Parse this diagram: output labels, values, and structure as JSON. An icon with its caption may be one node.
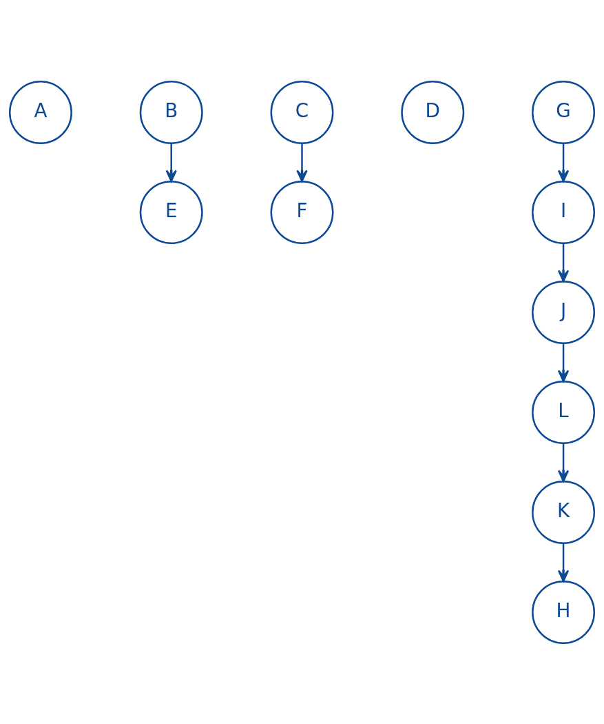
{
  "diagram": {
    "nodes": [
      {
        "text": [
          "A"
        ]
      },
      {
        "text": [
          "B"
        ]
      },
      {
        "text": [
          "C"
        ]
      },
      {
        "text": [
          "D"
        ]
      },
      {
        "text": [
          "E"
        ]
      },
      {
        "text": [
          "F"
        ]
      },
      {
        "text": [
          "G"
        ]
      },
      {
        "text": [
          "I"
        ]
      },
      {
        "text": [
          "J"
        ]
      },
      {
        "text": [
          "L"
        ]
      },
      {
        "text": [
          "K"
        ]
      },
      {
        "text": [
          "H"
        ]
      }
    ],
    "edges": [
      {
        "from": 1,
        "to": 4,
        "arrow": "to"
      },
      {
        "from": 2,
        "to": 5,
        "arrow": "to"
      },
      {
        "from": 6,
        "to": 7,
        "arrow": "to"
      },
      {
        "from": 7,
        "to": 8,
        "arrow": "to"
      },
      {
        "from": 8,
        "to": 9,
        "arrow": "to"
      },
      {
        "from": 9,
        "to": 10,
        "arrow": "to"
      },
      {
        "from": 10,
        "to": 11,
        "arrow": "to"
      }
    ]
  }
}
